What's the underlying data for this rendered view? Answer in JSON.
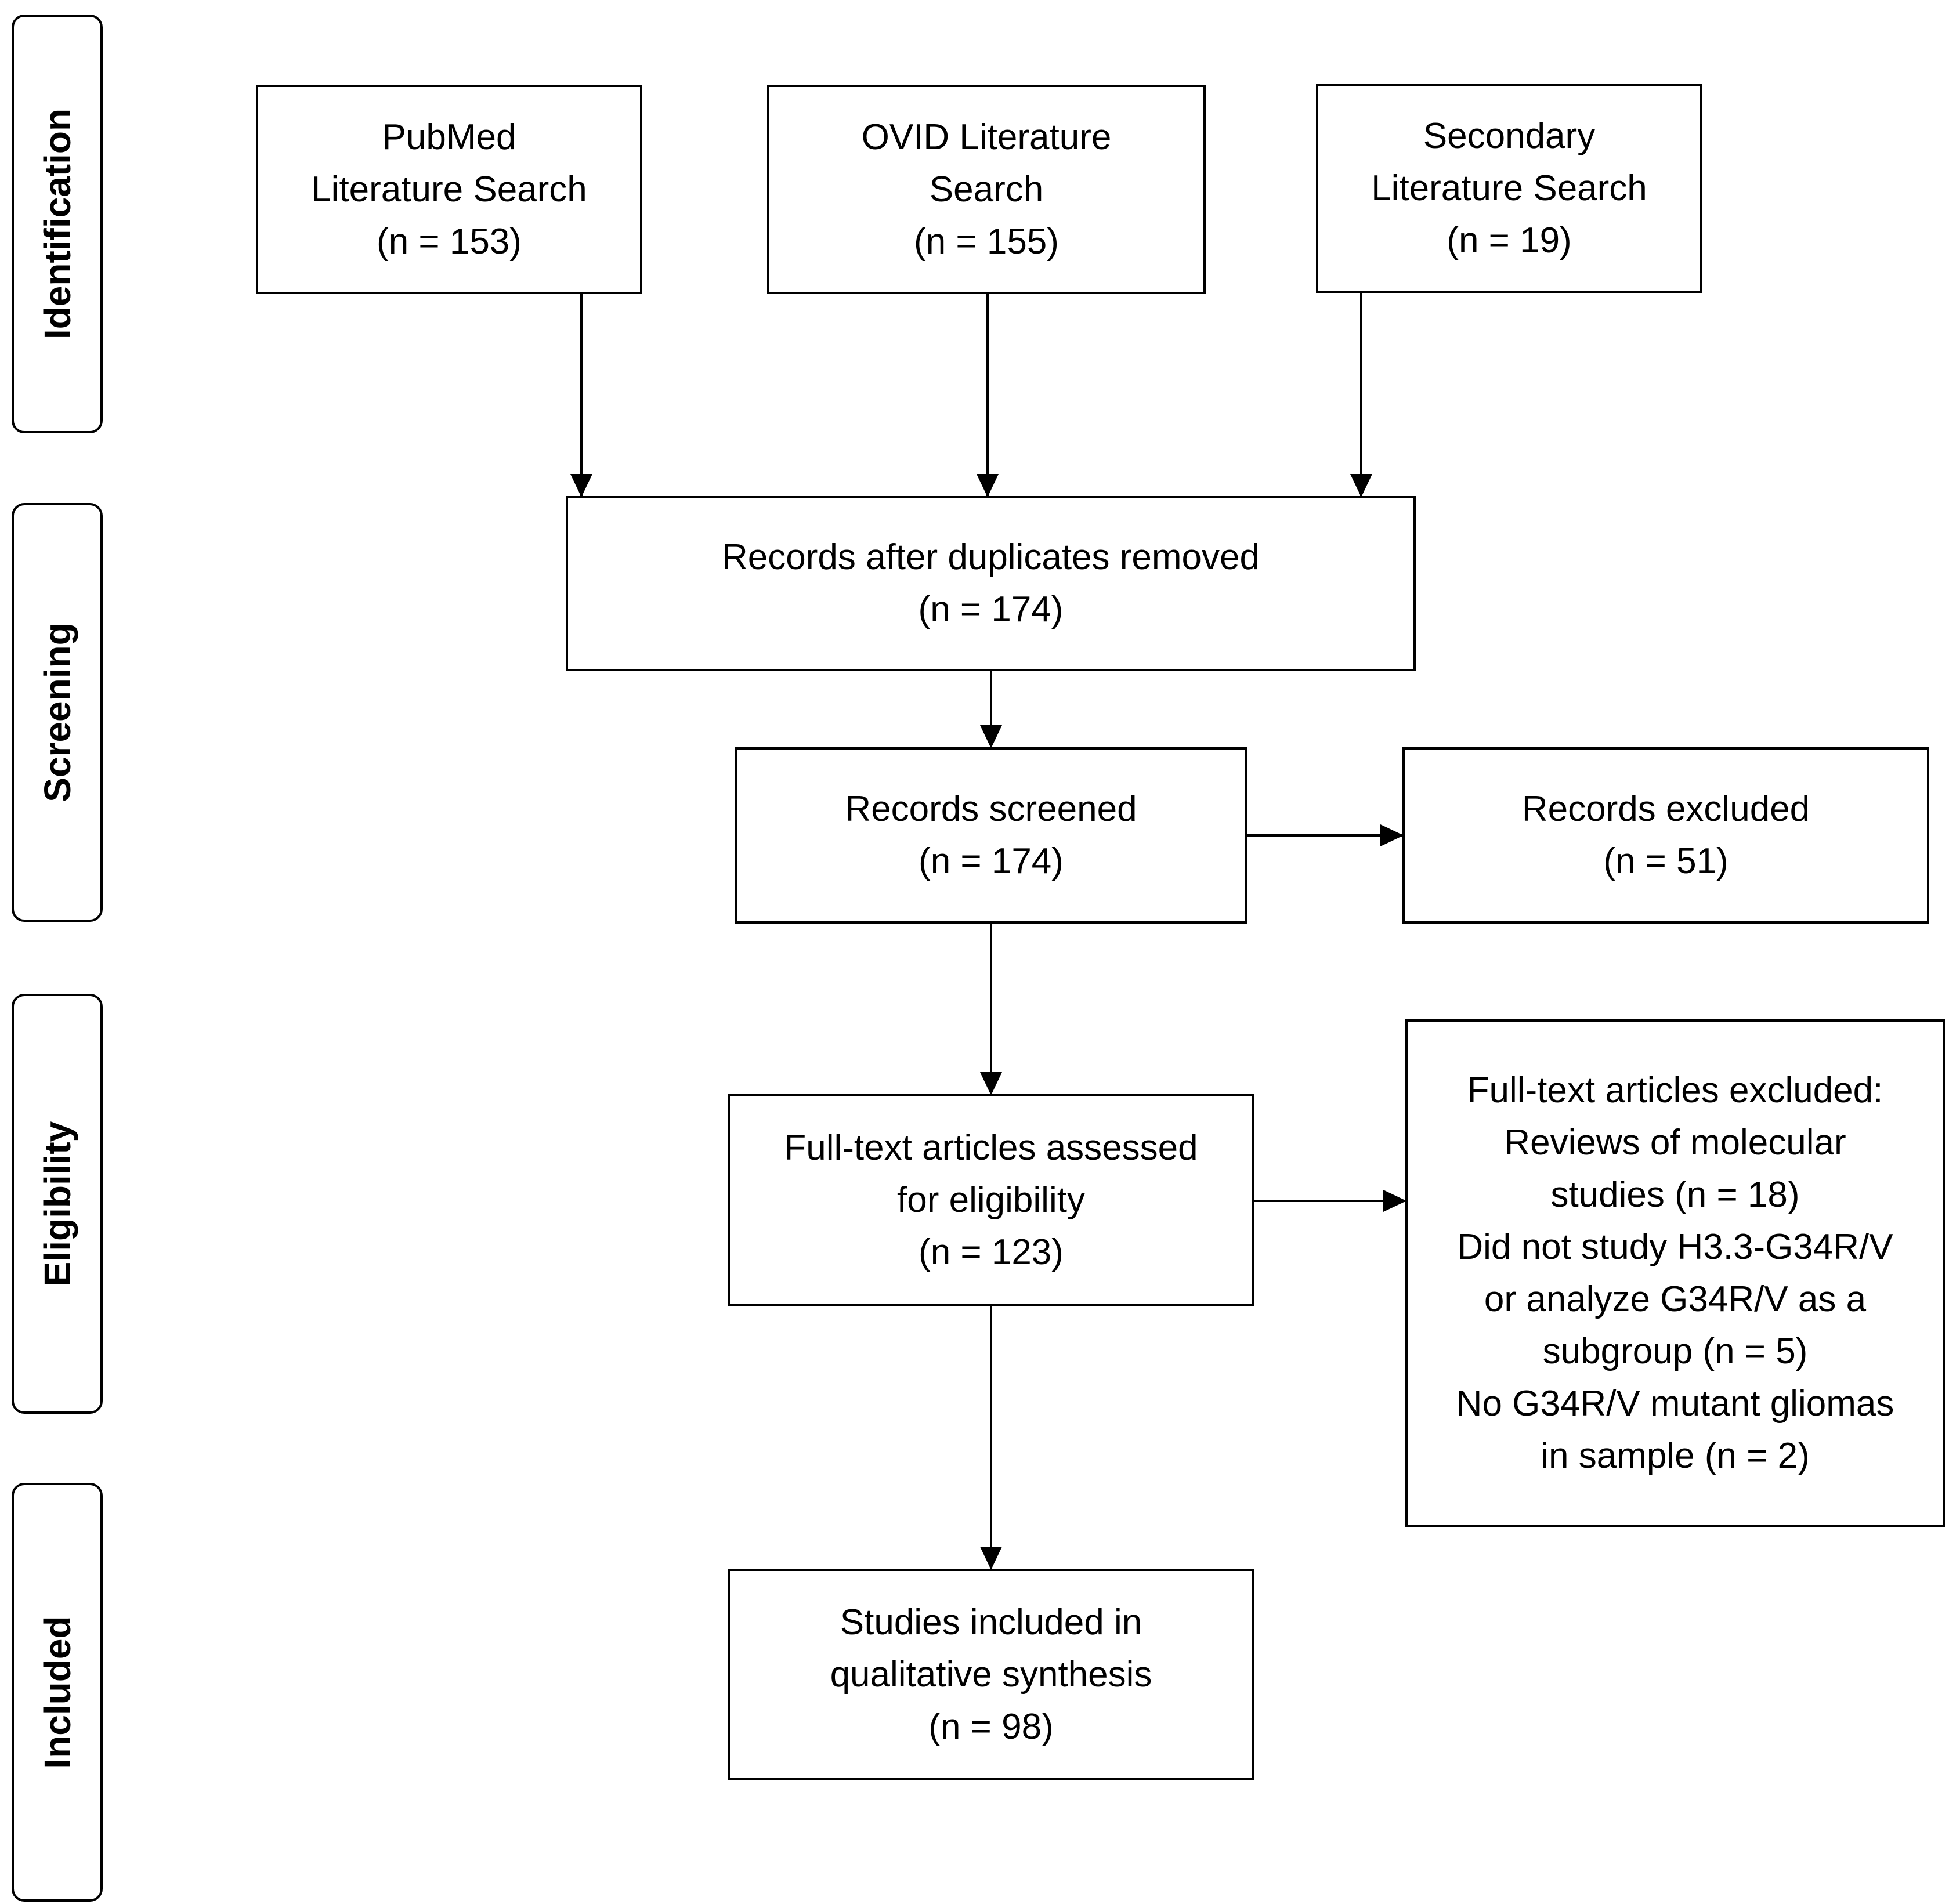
{
  "stages": {
    "identification": "Identification",
    "screening": "Screening",
    "eligibility": "Eligibility",
    "included": "Included"
  },
  "sources": {
    "pubmed": [
      "PubMed",
      "Literature Search",
      "(n = 153)"
    ],
    "ovid": [
      "OVID Literature",
      "Search",
      "(n = 155)"
    ],
    "secondary": [
      "Secondary",
      "Literature Search",
      "(n = 19)"
    ]
  },
  "deduplicated": [
    "Records after duplicates removed",
    "(n = 174)"
  ],
  "screened": [
    "Records screened",
    "(n = 174)"
  ],
  "excluded": [
    "Records excluded",
    "(n = 51)"
  ],
  "fulltext": [
    "Full-text articles assessed",
    "for eligibility",
    "(n = 123)"
  ],
  "fulltext_excluded": [
    "Full-text articles excluded:",
    "Reviews of molecular",
    "studies (n = 18)",
    "Did not study H3.3-G34R/V",
    "or analyze G34R/V as a",
    "subgroup (n = 5)",
    "No G34R/V mutant gliomas",
    "in sample (n = 2)"
  ],
  "included": [
    "Studies included in",
    "qualitative synthesis",
    "(n = 98)"
  ]
}
